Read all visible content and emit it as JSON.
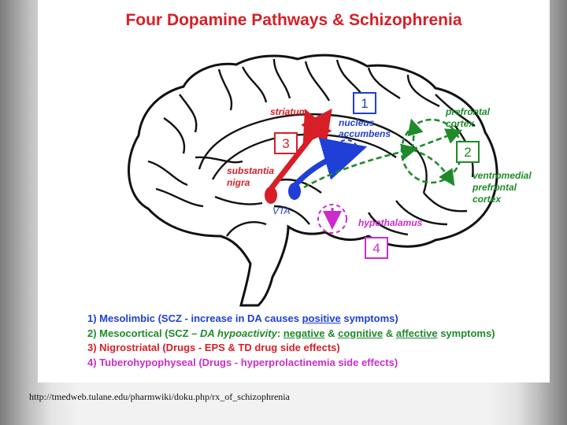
{
  "title": "Four Dopamine Pathways & Schizophrenia",
  "labels": {
    "striatum": "striatum",
    "nucleus": "nucleus",
    "accumbens": "accumbens",
    "substantia": "substantia",
    "nigra": "nigra",
    "vta": "VTA",
    "hypothalamus": "hypothalamus",
    "prefrontal": "prefrontal",
    "cortex": "cortex",
    "ventromedial": "ventromedial",
    "prefrontal2": "prefrontal",
    "cortex2": "cortex"
  },
  "boxes": {
    "b1": "1",
    "b2": "2",
    "b3": "3",
    "b4": "4"
  },
  "colors": {
    "title": "#d61f26",
    "mesolimbic": "#1f3fd6",
    "mesocortical": "#1e8a2a",
    "nigrostriatal": "#d61f26",
    "tuberohypophyseal": "#cc2ccc"
  },
  "legend": {
    "l1": {
      "a": "1) Mesolimbic (SCZ - increase in DA causes ",
      "u": "positive",
      "b": " symptoms)"
    },
    "l2": {
      "a": "2) Mesocortical (SCZ – ",
      "i": "DA hypoactivity",
      "b": ": ",
      "u1": "negative",
      "c": " & ",
      "u2": "cognitive",
      "d": " & ",
      "u3": "affective",
      "e": " symptoms)"
    },
    "l3": "3) Nigrostriatal (Drugs - EPS & TD drug side effects)",
    "l4": "4) Tuberohypophyseal (Drugs - hyperprolactinemia side effects)"
  },
  "source": "http://tmedweb.tulane.edu/pharmwiki/doku.php/rx_of_schizophrenia"
}
